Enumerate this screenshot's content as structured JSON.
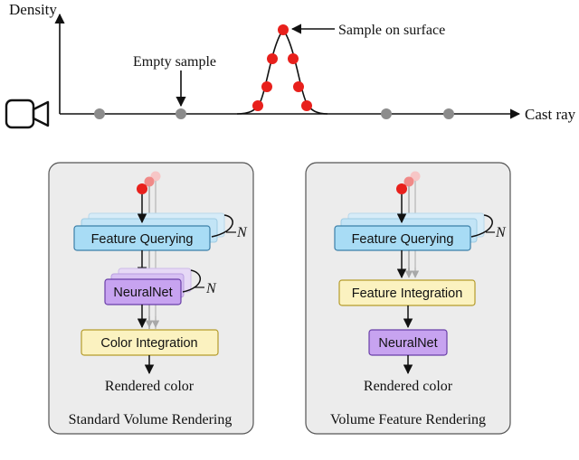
{
  "top": {
    "y_label": "Density",
    "x_label": "Cast ray",
    "annotation_surface": "Sample on surface",
    "annotation_empty": "Empty sample",
    "colors": {
      "surface_sample": "#e8201c",
      "empty_sample": "#8c8c8c"
    }
  },
  "left_panel": {
    "title": "Standard Volume Rendering",
    "feature_querying": "Feature Querying",
    "neuralnet": "NeuralNet",
    "color_integration": "Color Integration",
    "output": "Rendered color",
    "repeat_symbol": "N",
    "repeat_symbol_2": "N"
  },
  "right_panel": {
    "title": "Volume Feature Rendering",
    "feature_querying": "Feature Querying",
    "feature_integration": "Feature Integration",
    "neuralnet": "NeuralNet",
    "output": "Rendered color",
    "repeat_symbol": "N"
  },
  "colors": {
    "feature_box": "#a8dcf5",
    "neuralnet_box": "#c7a3f0",
    "integration_box": "#fbf2c0",
    "panel_bg": "#ececec"
  }
}
